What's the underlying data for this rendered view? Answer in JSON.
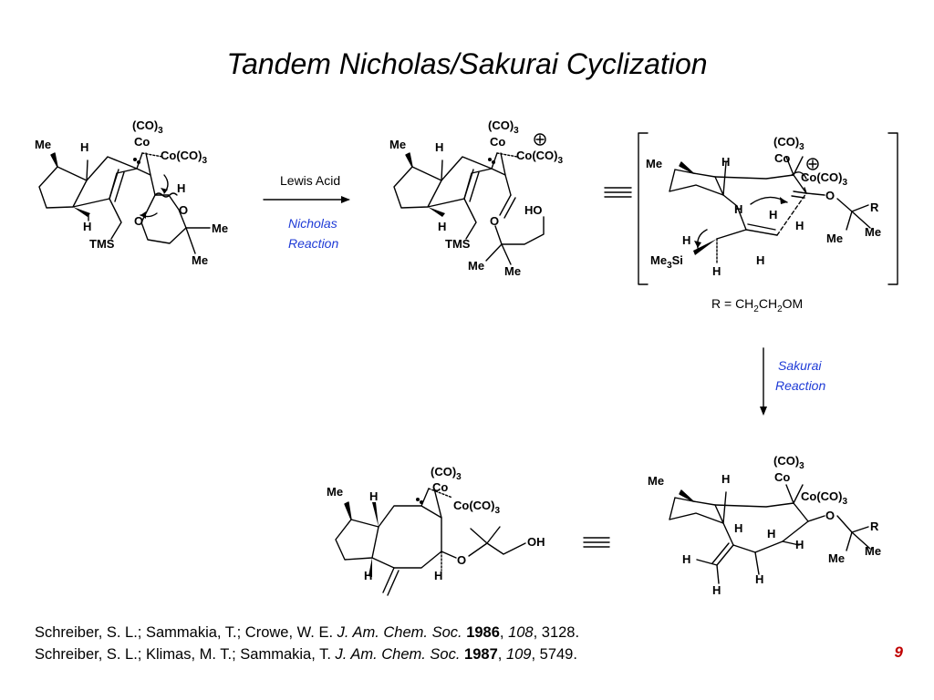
{
  "title": "Tandem Nicholas/Sakurai Cyclization",
  "arrow1": {
    "top_label": "Lewis Acid",
    "bottom_label": [
      "Nicholas",
      "Reaction"
    ]
  },
  "arrow2": {
    "label": [
      "Sakurai",
      "Reaction"
    ]
  },
  "r_definition": "R = CH2CH2OM",
  "labels": {
    "co": "Co",
    "co_group": "Co(CO)",
    "co_ligand": "(CO)",
    "sub3": "3",
    "sub2": "2",
    "me": "Me",
    "h": "H",
    "o": "O",
    "r": "R",
    "tms": "TMS",
    "ho": "HO",
    "oh": "OH",
    "me3si_prefix": "Me",
    "me3si_suffix": "Si",
    "r_eq_prefix": "R = CH",
    "r_eq_mid": "CH",
    "r_eq_suffix": "OM",
    "plus": "+"
  },
  "references": [
    {
      "authors": "Schreiber, S. L.; Sammakia, T.; Crowe, W. E.",
      "journal": "J. Am. Chem. Soc.",
      "year": "1986",
      "volume": "108",
      "pages": "3128."
    },
    {
      "authors": "Schreiber, S. L.; Klimas, M. T.; Sammakia, T.",
      "journal": "J. Am. Chem. Soc.",
      "year": "1987",
      "volume": "109",
      "pages": "5749."
    }
  ],
  "page_number": "9",
  "colors": {
    "page_number": "#c00000",
    "reaction_label": "#1f3bd6"
  }
}
